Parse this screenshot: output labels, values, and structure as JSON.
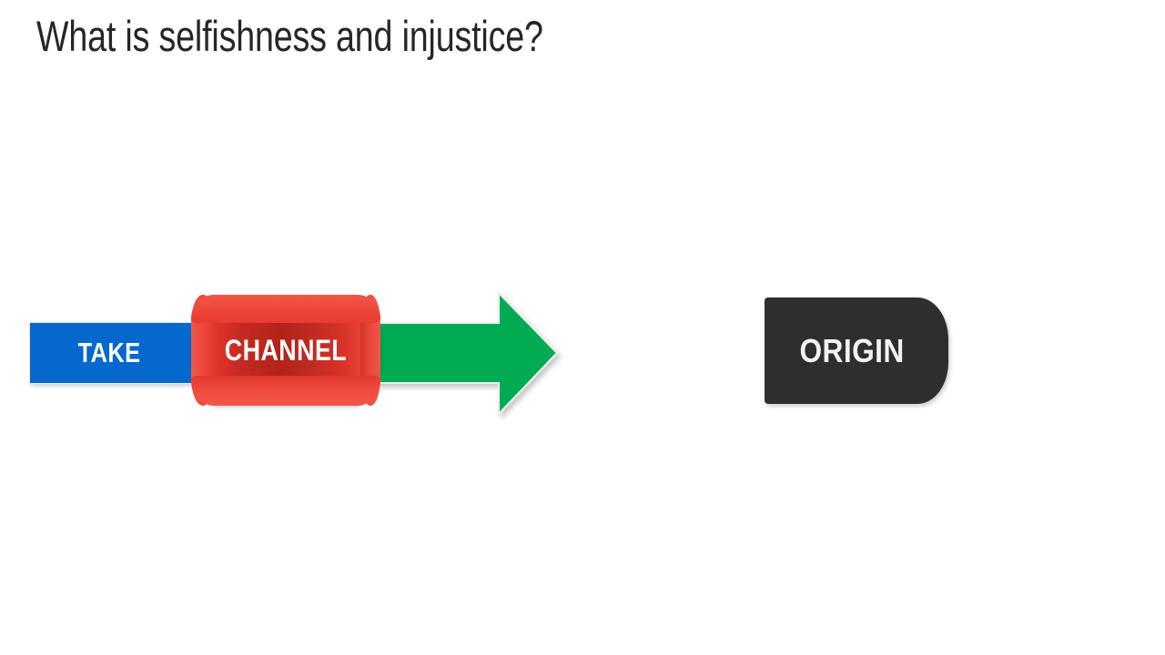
{
  "slide": {
    "title": "What is selfishness and injustice?",
    "background_color": "#ffffff"
  },
  "diagram": {
    "type": "process-flow",
    "shapes": [
      {
        "id": "take",
        "label": "TAKE",
        "shape": "rectangle",
        "fill_color": "#0568cc",
        "text_color": "#ffffff"
      },
      {
        "id": "channel",
        "label": "CHANNEL",
        "shape": "cylinder",
        "fill_color": "#c62b22",
        "highlight_color": "#f1574a",
        "text_color": "#ffffff"
      },
      {
        "id": "arrow",
        "label": "",
        "shape": "right-arrow",
        "fill_color": "#00ab52",
        "text_color": "#ffffff"
      },
      {
        "id": "origin",
        "label": "ORIGIN",
        "shape": "rounded-rectangle",
        "fill_color": "#2e2e2e",
        "text_color": "#f2f2f2"
      }
    ]
  }
}
